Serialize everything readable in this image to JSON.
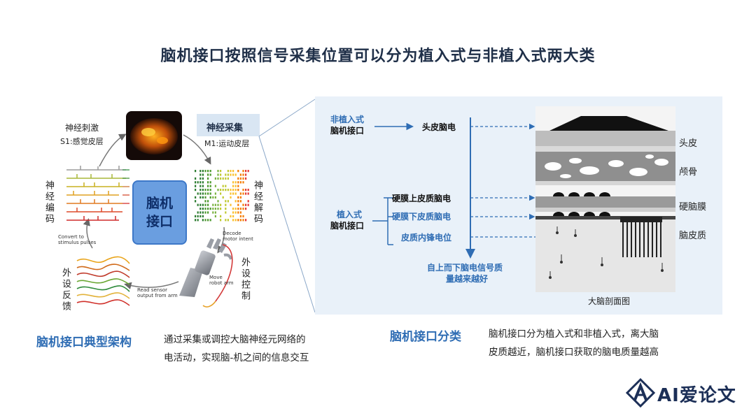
{
  "title": "脑机接口按照信号采集位置可以分为植入式与非植入式两大类",
  "left": {
    "stim_title": "神经刺激",
    "stim_sub": "S1:感觉皮层",
    "sample_title": "神经采集",
    "sample_sub": "M1:运动皮层",
    "center": "脑机\n接口",
    "encode": "神经编码",
    "decode": "神经解码",
    "feedback": "外设反馈",
    "control": "外设控制",
    "convert": "Convert to\nstimulus pulses",
    "decode_intent": "Decode\nmotor intent",
    "move_arm": "Move\nrobot arm",
    "read_sensor": "Read sensor\noutput from arm",
    "section_title": "脑机接口典型架构",
    "desc_line1": "通过采集或调控大脑神经元网络的",
    "desc_line2": "电活动，实现脑-机之间的信息交互"
  },
  "right": {
    "noninv_blue": "非植入式",
    "noninv_dark": "脑机接口",
    "scalp_eeg": "头皮脑电",
    "epidural": "硬膜上皮质脑电",
    "subdural": "硬膜下皮质脑电",
    "intracortical": "皮质内锋电位",
    "inv_blue": "植入式",
    "inv_dark": "脑机接口",
    "quality_line1": "自上而下脑电信号质",
    "quality_line2": "量越来越好",
    "layer_scalp": "头皮",
    "layer_skull": "颅骨",
    "layer_dura": "硬脑膜",
    "layer_cortex": "脑皮质",
    "caption": "大脑剖面图",
    "section_title": "脑机接口分类",
    "desc_line1": "脑机接口分为植入式和非植入式，离大脑",
    "desc_line2": "皮质越近，脑机接口获取的脑电质量越高"
  },
  "logo": {
    "text": "AI爱论文"
  },
  "colors": {
    "accent": "#2f6db4",
    "panel": "#e9f1f9",
    "title": "#1f2f48"
  }
}
